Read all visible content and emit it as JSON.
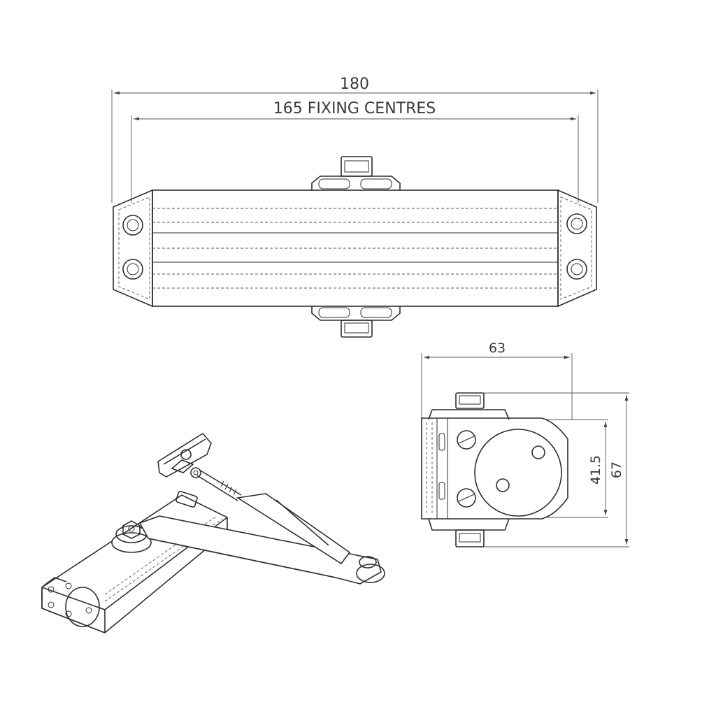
{
  "dimensions": {
    "overall_length": "180",
    "fixing_centres": "165 FIXING CENTRES",
    "width": "63",
    "height_inner": "41.5",
    "height_outer": "67"
  }
}
